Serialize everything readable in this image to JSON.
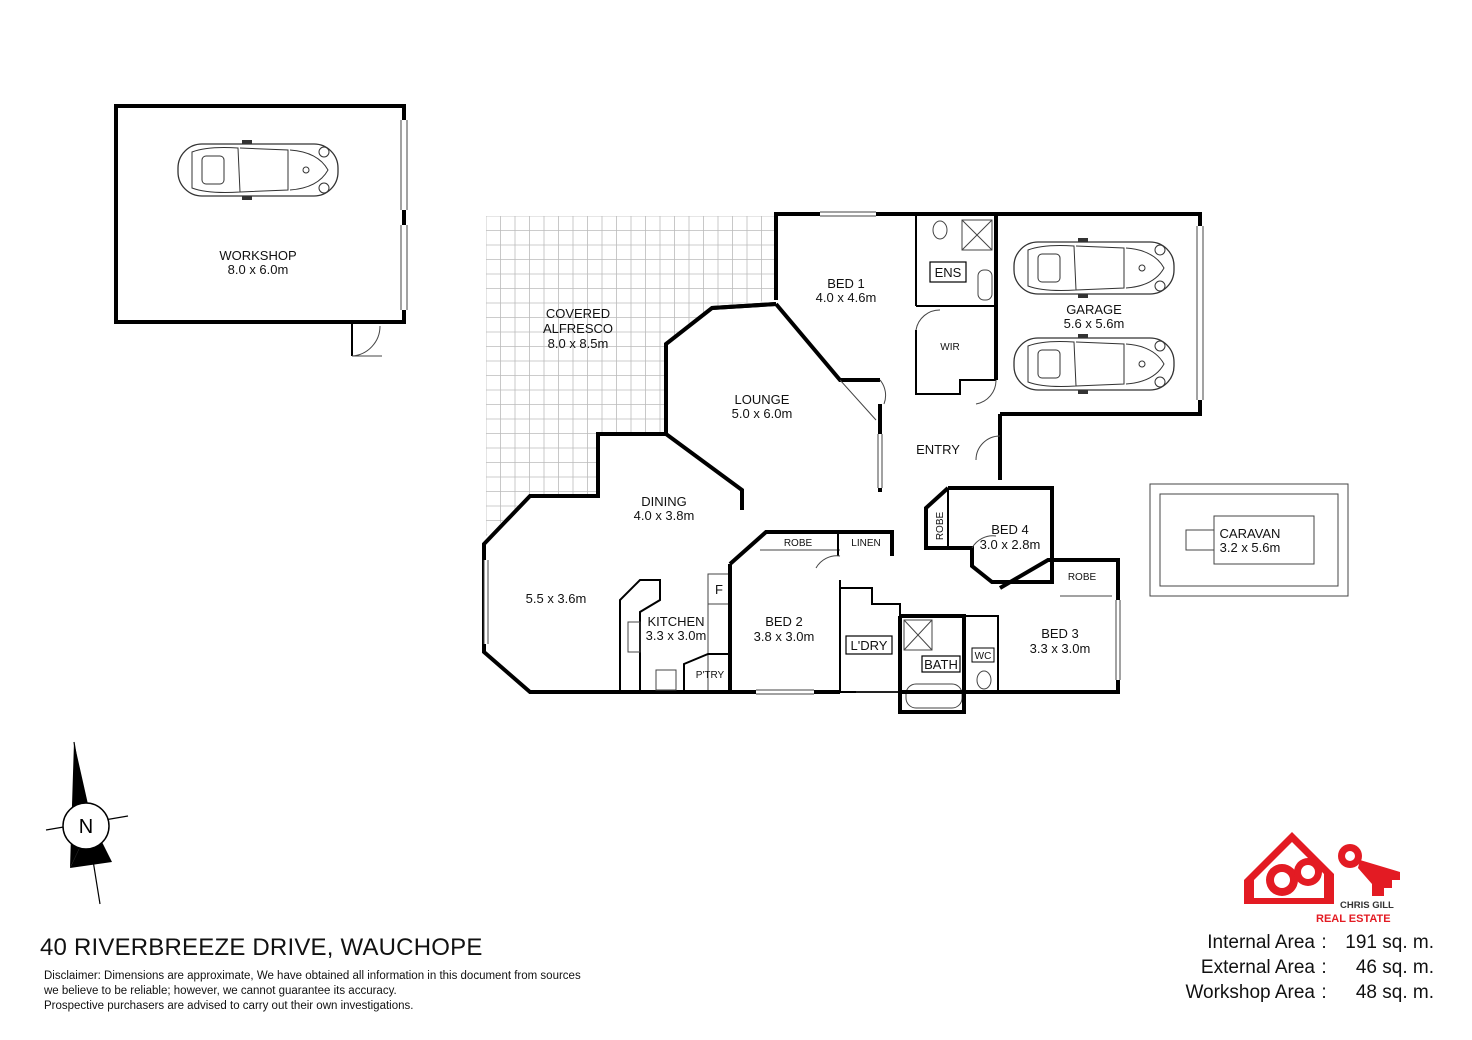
{
  "rooms": {
    "workshop": {
      "name": "WORKSHOP",
      "dims": "8.0 x 6.0m"
    },
    "alfresco": {
      "name_line1": "COVERED",
      "name_line2": "ALFRESCO",
      "dims": "8.0 x 8.5m"
    },
    "bed1": {
      "name": "BED 1",
      "dims": "4.0 x 4.6m"
    },
    "ens": "ENS",
    "wir": "WIR",
    "garage": {
      "name": "GARAGE",
      "dims": "5.6 x 5.6m"
    },
    "lounge": {
      "name": "LOUNGE",
      "dims": "5.0 x 6.0m"
    },
    "entry": "ENTRY",
    "dining": {
      "name": "DINING",
      "dims": "4.0 x 3.8m"
    },
    "family": {
      "dims": "5.5 x 3.6m"
    },
    "kitchen": {
      "name": "KITCHEN",
      "dims": "3.3 x 3.0m"
    },
    "fridge": "F",
    "pantry": "P'TRY",
    "bed2": {
      "name": "BED 2",
      "dims": "3.8 x 3.0m"
    },
    "bed2_robe": "ROBE",
    "linen": "LINEN",
    "laundry": "L'DRY",
    "bath": "BATH",
    "wc": "WC",
    "bed3": {
      "name": "BED 3",
      "dims": "3.3 x 3.0m"
    },
    "bed3_robe": "ROBE",
    "bed4": {
      "name": "BED 4",
      "dims": "3.0 x 2.8m"
    },
    "bed4_robe": "ROBE",
    "caravan": {
      "name": "CARAVAN",
      "dims": "3.2 x 5.6m"
    }
  },
  "compass": {
    "label": "N"
  },
  "logo": {
    "line1": "CHRIS GILL",
    "line2": "REAL ESTATE",
    "brand_color": "#e31b23"
  },
  "address": "40 RIVERBREEZE DRIVE, WAUCHOPE",
  "disclaimer": {
    "line1": "Disclaimer: Dimensions are approximate, We have obtained all information in this document from sources",
    "line2": "we believe to be reliable; however, we cannot guarantee its accuracy.",
    "line3": "Prospective purchasers are advised to carry out their own investigations."
  },
  "areas": [
    {
      "label": "Internal Area",
      "value": "191 sq. m."
    },
    {
      "label": "External Area",
      "value": "46 sq. m."
    },
    {
      "label": "Workshop Area",
      "value": "48 sq. m."
    }
  ]
}
